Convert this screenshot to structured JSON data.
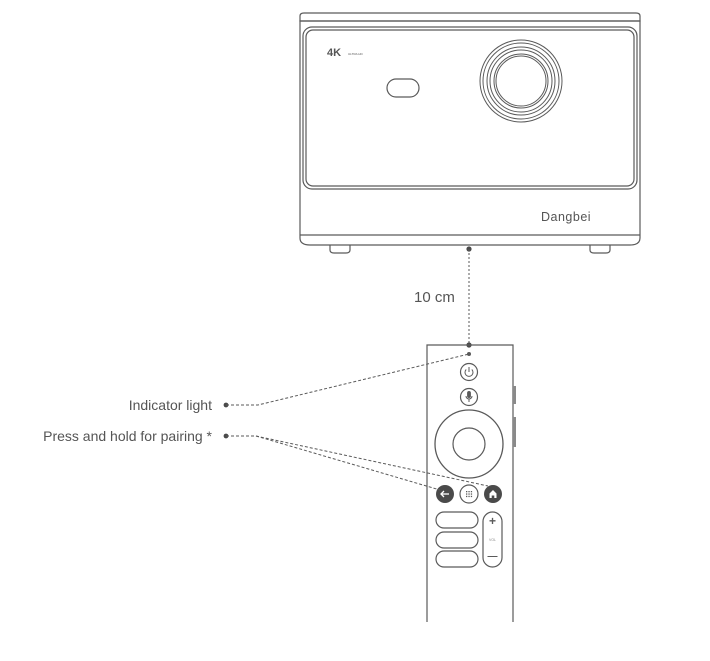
{
  "projector": {
    "badge_main": "4K",
    "badge_sub": "ULTRA HD",
    "brand": "Dangbei"
  },
  "distance": {
    "label": "10 cm",
    "color": "#7a7a7a"
  },
  "callouts": [
    {
      "label": "Indicator light",
      "target": "indicator-light"
    },
    {
      "label": "Press and hold for pairing *",
      "targets": [
        "back-button",
        "home-button"
      ]
    }
  ],
  "remote": {
    "buttons": [
      {
        "name": "power",
        "icon": "power-icon"
      },
      {
        "name": "voice",
        "icon": "microphone-icon"
      },
      {
        "name": "dpad",
        "icon": "dpad-ring"
      },
      {
        "name": "back",
        "icon": "arrow-left-icon"
      },
      {
        "name": "apps",
        "icon": "grid-icon"
      },
      {
        "name": "home",
        "icon": "home-icon"
      },
      {
        "name": "shortcut-1",
        "icon": "pill"
      },
      {
        "name": "shortcut-2",
        "icon": "pill"
      },
      {
        "name": "shortcut-3",
        "icon": "pill"
      }
    ],
    "volume": {
      "plus": "+",
      "label": "VOL",
      "minus": "—"
    }
  },
  "colors": {
    "line": "#5a5a5a",
    "fill_dark": "#4a4a4a",
    "text": "#555555"
  }
}
